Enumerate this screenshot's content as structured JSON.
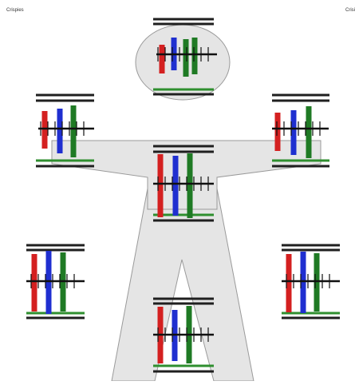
{
  "labels": {
    "top_left": "Crispies",
    "top_right": "Crisi"
  },
  "colors": {
    "background": "#ffffff",
    "figure_fill": "#e5e5e5",
    "figure_stroke": "#9a9a9a",
    "line_dark": "#1f1f1f",
    "line_green": "#2f8f2f",
    "bar_red": "#d42020",
    "bar_blue": "#1f2fd0",
    "bar_green": "#1f7a24",
    "stem": "#111111"
  },
  "figure": {
    "parts": [
      "head",
      "torso-arms",
      "legs"
    ]
  },
  "clusters": [
    {
      "id": "head"
    },
    {
      "id": "left-arm"
    },
    {
      "id": "right-arm"
    },
    {
      "id": "torso"
    },
    {
      "id": "left-side"
    },
    {
      "id": "right-side"
    },
    {
      "id": "bottom"
    }
  ]
}
